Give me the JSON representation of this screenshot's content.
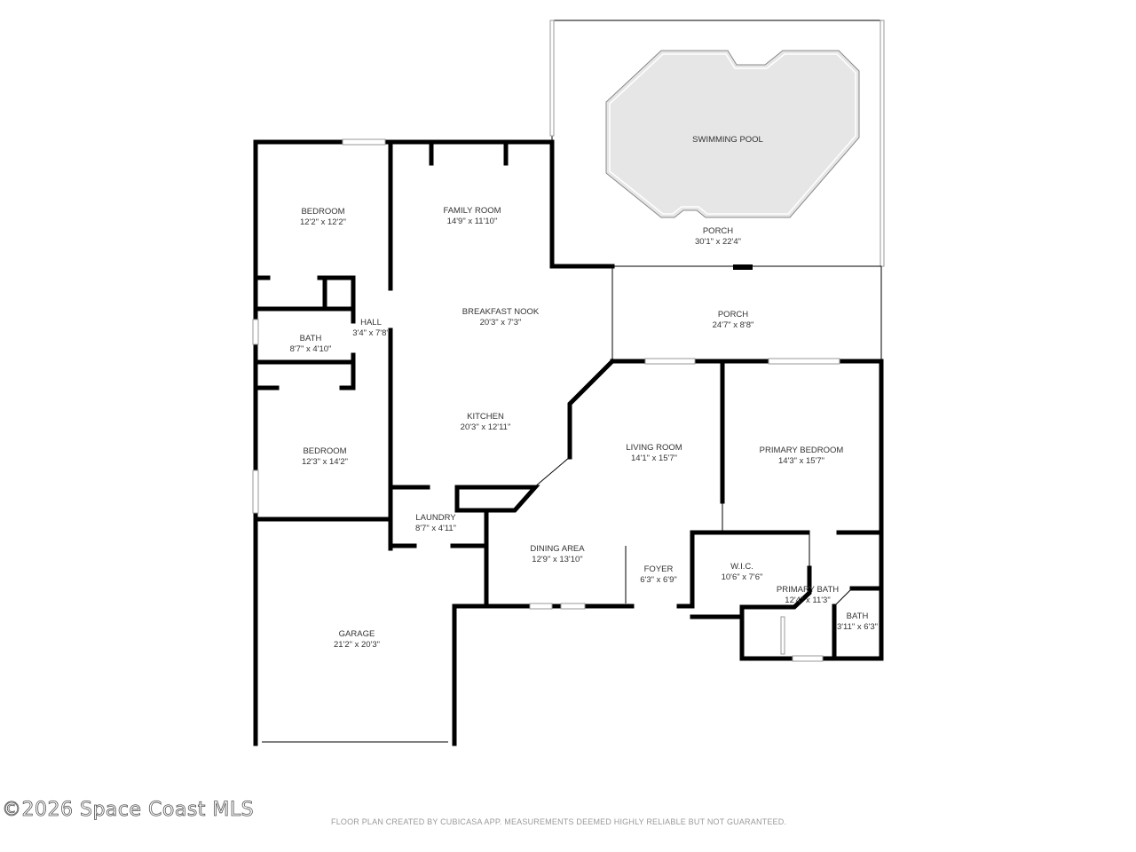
{
  "rooms": [
    {
      "id": "bedroom1",
      "name": "BEDROOM",
      "size": "12'2\" x 12'2\""
    },
    {
      "id": "family",
      "name": "FAMILY ROOM",
      "size": "14'9\" x 11'10\""
    },
    {
      "id": "pool",
      "name": "SWIMMING POOL",
      "size": ""
    },
    {
      "id": "porch1",
      "name": "PORCH",
      "size": "30'1\" x 22'4\""
    },
    {
      "id": "nook",
      "name": "BREAKFAST NOOK",
      "size": "20'3\" x 7'3\""
    },
    {
      "id": "porch2",
      "name": "PORCH",
      "size": "24'7\" x 8'8\""
    },
    {
      "id": "hall",
      "name": "HALL",
      "size": "3'4\" x 7'8\""
    },
    {
      "id": "bath1",
      "name": "BATH",
      "size": "8'7\" x 4'10\""
    },
    {
      "id": "kitchen",
      "name": "KITCHEN",
      "size": "20'3\" x 12'11\""
    },
    {
      "id": "living",
      "name": "LIVING ROOM",
      "size": "14'1\" x 15'7\""
    },
    {
      "id": "primary",
      "name": "PRIMARY BEDROOM",
      "size": "14'3\" x 15'7\""
    },
    {
      "id": "bedroom2",
      "name": "BEDROOM",
      "size": "12'3\" x 14'2\""
    },
    {
      "id": "laundry",
      "name": "LAUNDRY",
      "size": "8'7\" x 4'11\""
    },
    {
      "id": "dining",
      "name": "DINING AREA",
      "size": "12'9\" x 13'10\""
    },
    {
      "id": "foyer",
      "name": "FOYER",
      "size": "6'3\" x 6'9\""
    },
    {
      "id": "wic",
      "name": "W.I.C.",
      "size": "10'6\" x 7'6\""
    },
    {
      "id": "pbath",
      "name": "PRIMARY BATH",
      "size": "12'4\" x 11'3\""
    },
    {
      "id": "bath2",
      "name": "BATH",
      "size": "3'11\" x 6'3\""
    },
    {
      "id": "garage",
      "name": "GARAGE",
      "size": "21'2\" x 20'3\""
    }
  ],
  "footer": {
    "copyright": "©2026 Space Coast MLS",
    "disclaimer": "FLOOR PLAN CREATED BY CUBICASA APP. MEASUREMENTS DEEMED HIGHLY RELIABLE BUT NOT GUARANTEED."
  },
  "colors": {
    "walls": "#000000",
    "pool": "#e6e6e6",
    "text": "#333333"
  }
}
